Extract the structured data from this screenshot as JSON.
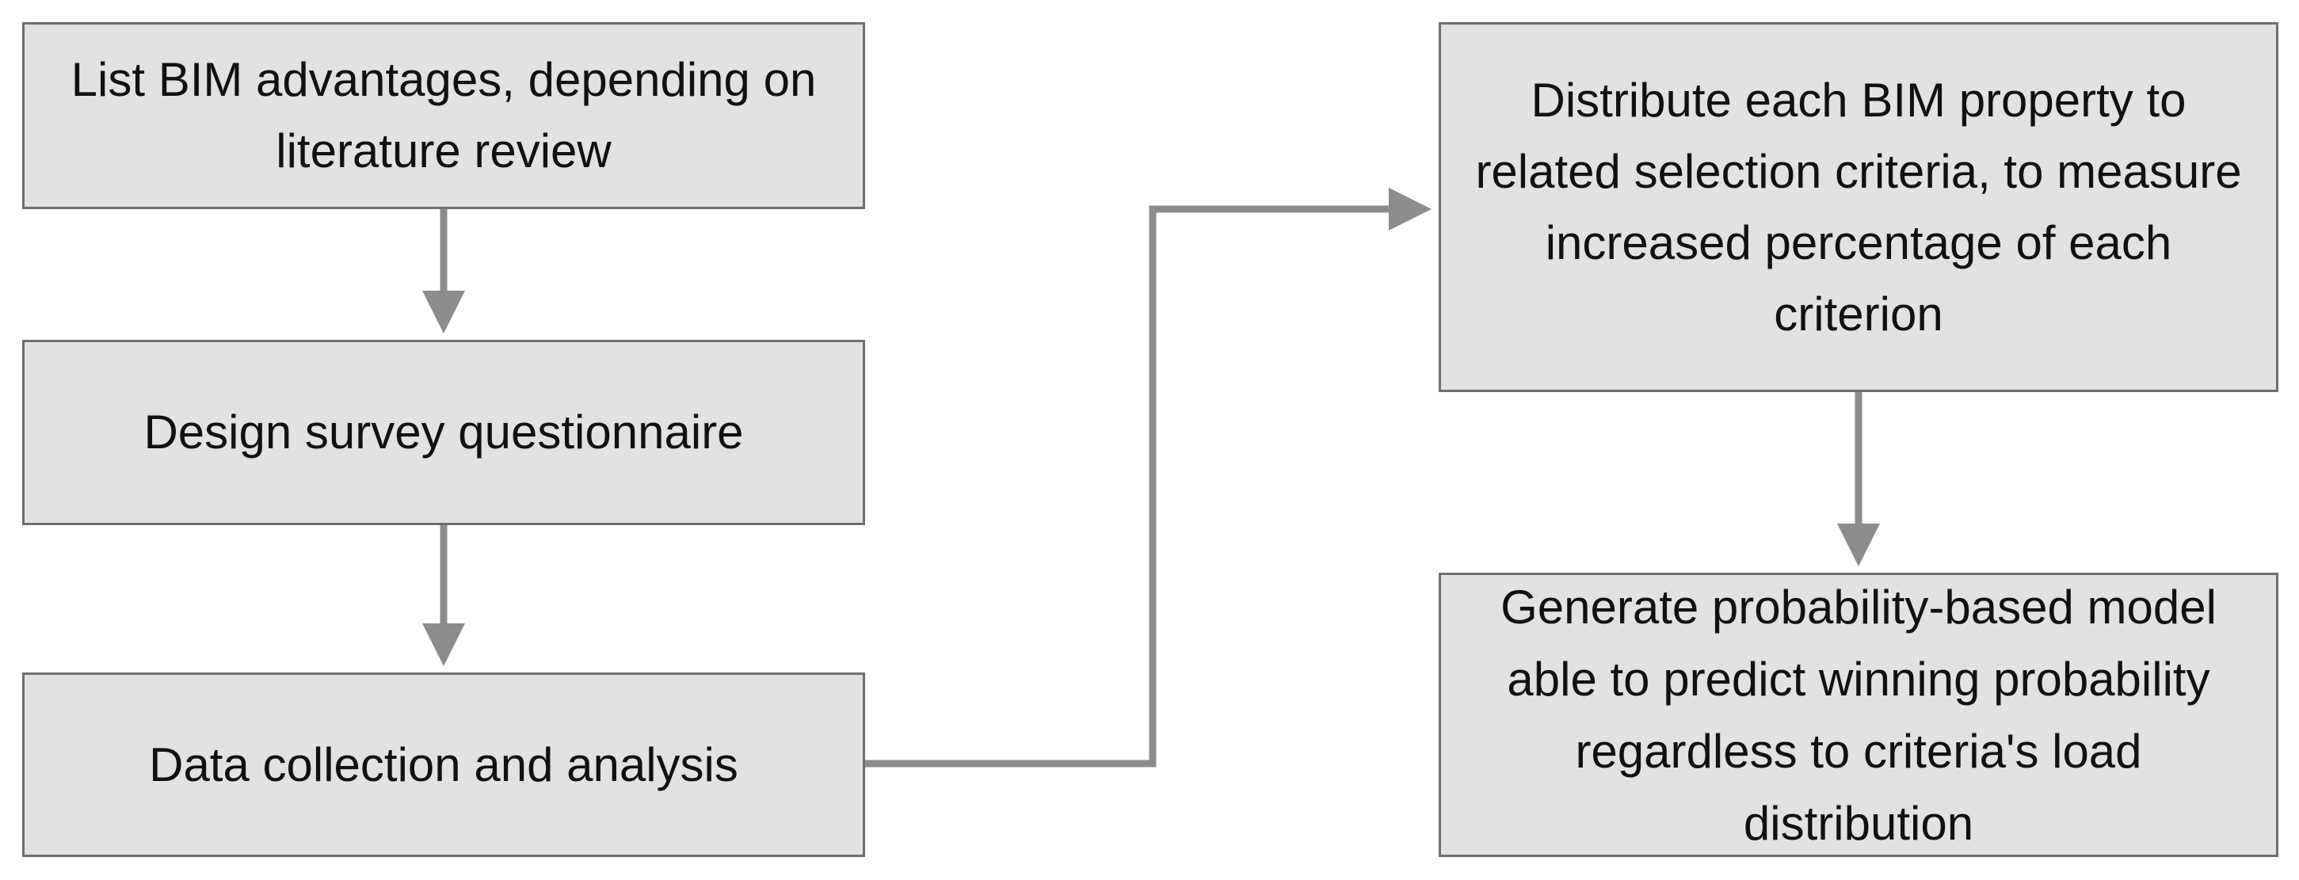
{
  "diagram": {
    "boxes": [
      {
        "id": "b1",
        "text": "List BIM advantages, depending on literature review"
      },
      {
        "id": "b2",
        "text": "Design survey questionnaire"
      },
      {
        "id": "b3",
        "text": "Data collection and analysis"
      },
      {
        "id": "b4",
        "text": "Distribute each BIM property to related selection criteria, to measure increased percentage of each criterion"
      },
      {
        "id": "b5",
        "text": "Generate probability-based model able to predict winning probability regardless to criteria's load distribution"
      }
    ],
    "connectors": [
      {
        "from": "b1",
        "to": "b2"
      },
      {
        "from": "b2",
        "to": "b3"
      },
      {
        "from": "b3",
        "to": "b4"
      },
      {
        "from": "b4",
        "to": "b5"
      }
    ],
    "colors": {
      "box_fill": "#e2e2e2",
      "box_border": "#6f6f6f",
      "arrow": "#8c8c8c",
      "text": "#111111"
    }
  }
}
